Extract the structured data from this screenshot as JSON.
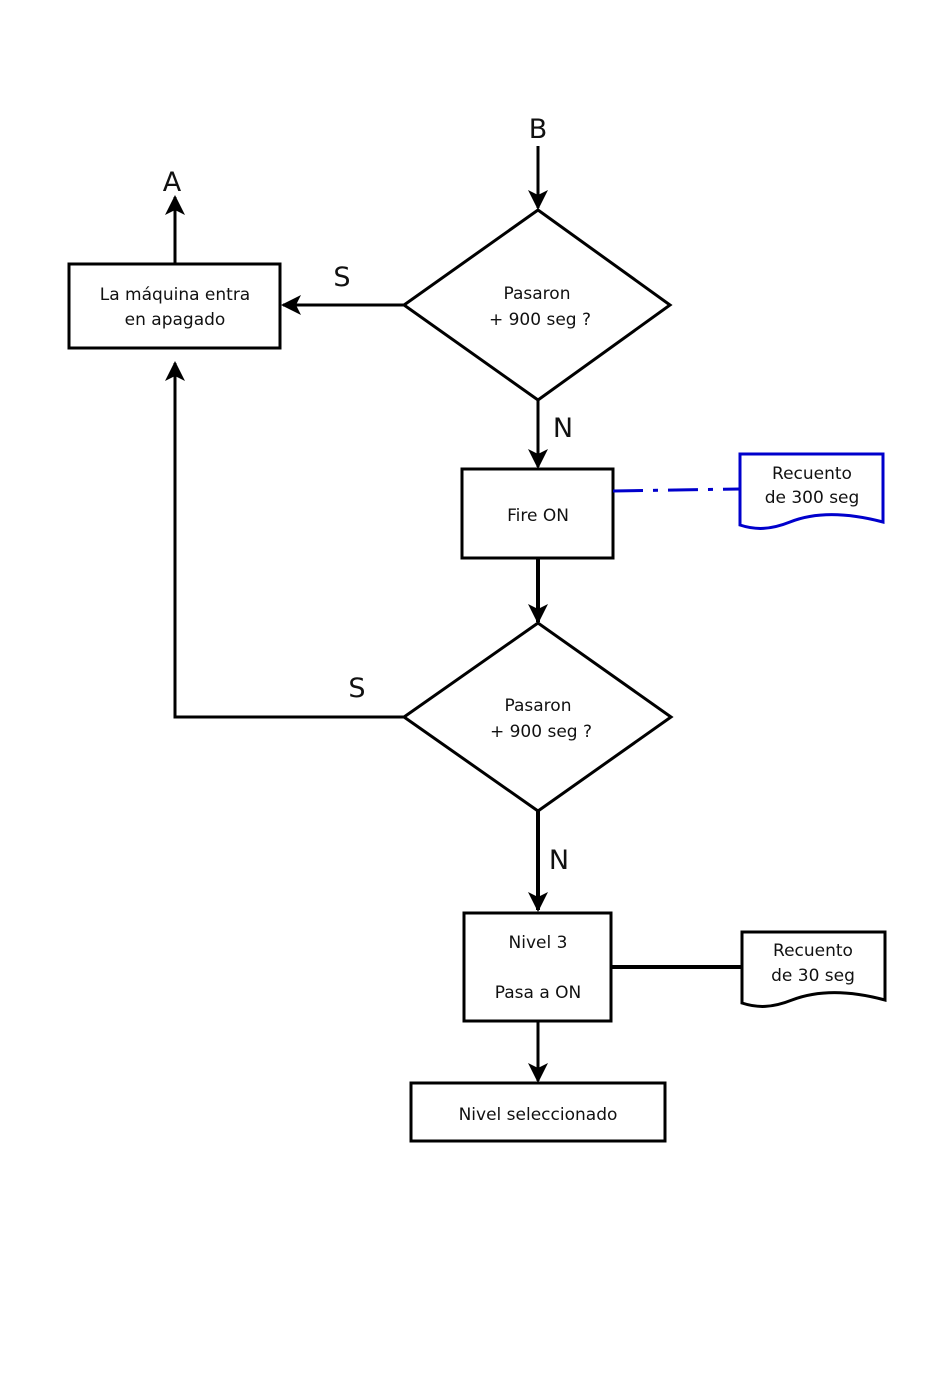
{
  "connectors": {
    "top": "B",
    "exit": "A"
  },
  "decision1": {
    "line1": "Pasaron",
    "line2": "+ 900 seg ?",
    "yes_label": "S",
    "no_label": "N"
  },
  "decision2": {
    "line1": "Pasaron",
    "line2": "+ 900 seg ?",
    "yes_label": "S",
    "no_label": "N"
  },
  "shutdown_box": {
    "line1": "La máquina entra",
    "line2": "en apagado"
  },
  "fire_box": {
    "label": "Fire ON"
  },
  "note1": {
    "line1": "Recuento",
    "line2": "de 300 seg",
    "color": "#0000cc"
  },
  "level_box": {
    "line1": "Nivel 3",
    "line2": "Pasa a ON"
  },
  "note2": {
    "line1": "Recuento",
    "line2": "de 30 seg"
  },
  "final_box": {
    "label": "Nivel seleccionado"
  }
}
